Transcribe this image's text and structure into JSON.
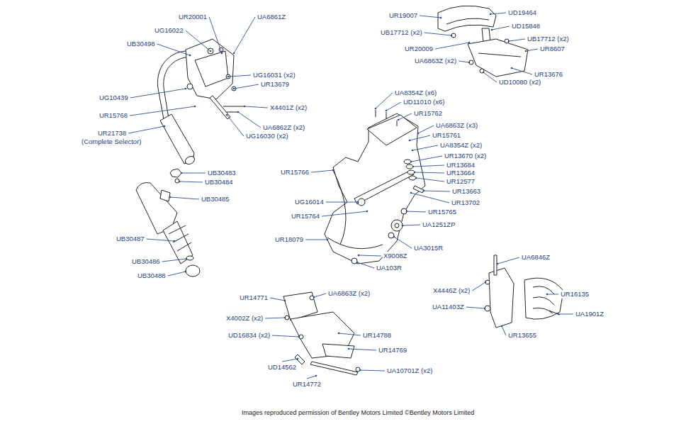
{
  "diagram": {
    "caption": "Images reproduced permission of Bentley Motors Limited ©Bentley Motors Limited",
    "labels": [
      "UR20001",
      "UG16022",
      "UA6861Z",
      "UB30498",
      "UG16031 (x2)",
      "UR13679",
      "UG10439",
      "UR15768",
      "X4401Z (x2)",
      "UA6862Z (x2)",
      "UG16030 (x2)",
      "UR21738",
      "(Complete Selector)",
      "UR19007",
      "UD19464",
      "UD15848",
      "UB17712 (x2)",
      "UB17712 (x2)",
      "UR20009",
      "UR8607",
      "UA6863Z (x2)",
      "UR13676",
      "UD10080 (x2)",
      "UA8354Z (x6)",
      "UD11010 (x6)",
      "UR15762",
      "UA6863Z (x3)",
      "UR15761",
      "UA8354Z (x2)",
      "UR13670 (x2)",
      "UR13684",
      "UR13664",
      "UR12577",
      "UR13663",
      "UR15766",
      "UG16014",
      "UR13702",
      "UR15765",
      "UR15764",
      "UA1251ZP",
      "UR18079",
      "UA3015R",
      "X9008Z",
      "UA103R",
      "UB30483",
      "UB30484",
      "UB30485",
      "UB30487",
      "UB30486",
      "UB30488",
      "UA6846Z",
      "X4446Z (x2)",
      "UR16135",
      "UA11403Z",
      "UA1901Z",
      "UR13655",
      "UR14771",
      "UA6863Z (x2)",
      "X4002Z (x2)",
      "UD16834 (x2)",
      "UR14788",
      "UR14769",
      "UD14562",
      "UA10701Z (x2)",
      "UR14772"
    ]
  }
}
